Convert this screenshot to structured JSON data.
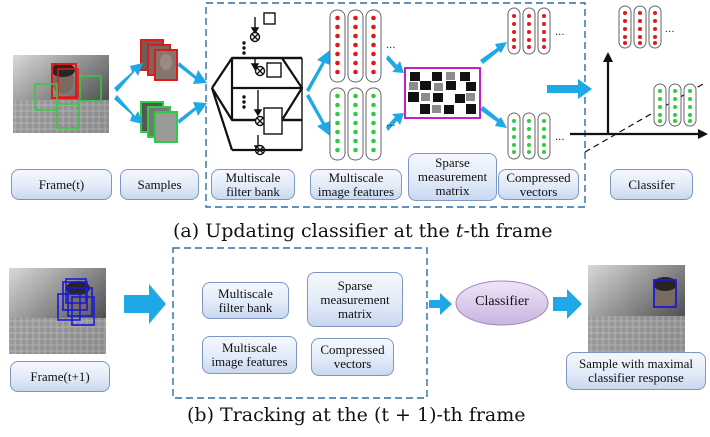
{
  "section_a": {
    "caption_pre": "(a) Updating classifier at the ",
    "caption_italic": "t",
    "caption_post": "-th frame",
    "labels": {
      "frame": "Frame(t)",
      "samples": "Samples",
      "filter_bank": "Multiscale filter bank",
      "image_features": "Multiscale image features",
      "measurement_matrix": "Sparse measurement matrix",
      "compressed_vectors": "Compressed vectors",
      "classifier": "Classifer"
    }
  },
  "section_b": {
    "caption": "(b) Tracking at the (t + 1)-th frame",
    "labels": {
      "frame": "Frame(t+1)",
      "filter_bank": "Multiscale filter bank",
      "measurement_matrix": "Sparse measurement matrix",
      "image_features": "Multiscale image features",
      "compressed_vectors": "Compressed vectors",
      "classifier": "Classifier",
      "sample_response": "Sample with maximal classifier response"
    }
  },
  "colors": {
    "arrow": "#1ea8e6",
    "dashed_box": "#2c6fa6",
    "positive": "#e0191b",
    "negative": "#2ecc40",
    "label_border": "#7e96c4",
    "matrix_border": "#c020c8",
    "classifier_pill": "#d9c6ea"
  }
}
